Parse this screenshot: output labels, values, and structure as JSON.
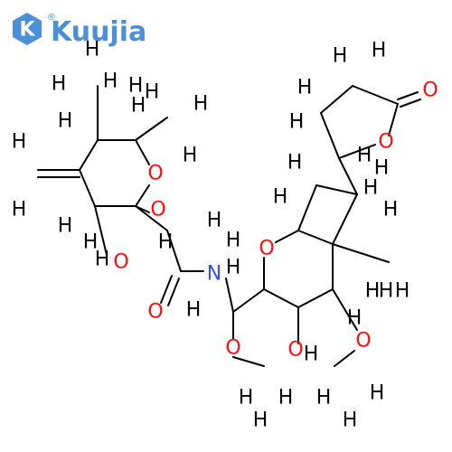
{
  "brand": {
    "name": "Kuujia",
    "registered_mark": "®",
    "logo_icon": "hexagon-k-icon",
    "color": "#4a90d9"
  },
  "colors": {
    "oxygen": "#ff0d0d",
    "nitrogen": "#3050f8",
    "hydrogen": "#000000",
    "bond": "#000000"
  },
  "labels": {
    "H": "H",
    "O": "O",
    "N": "N"
  }
}
